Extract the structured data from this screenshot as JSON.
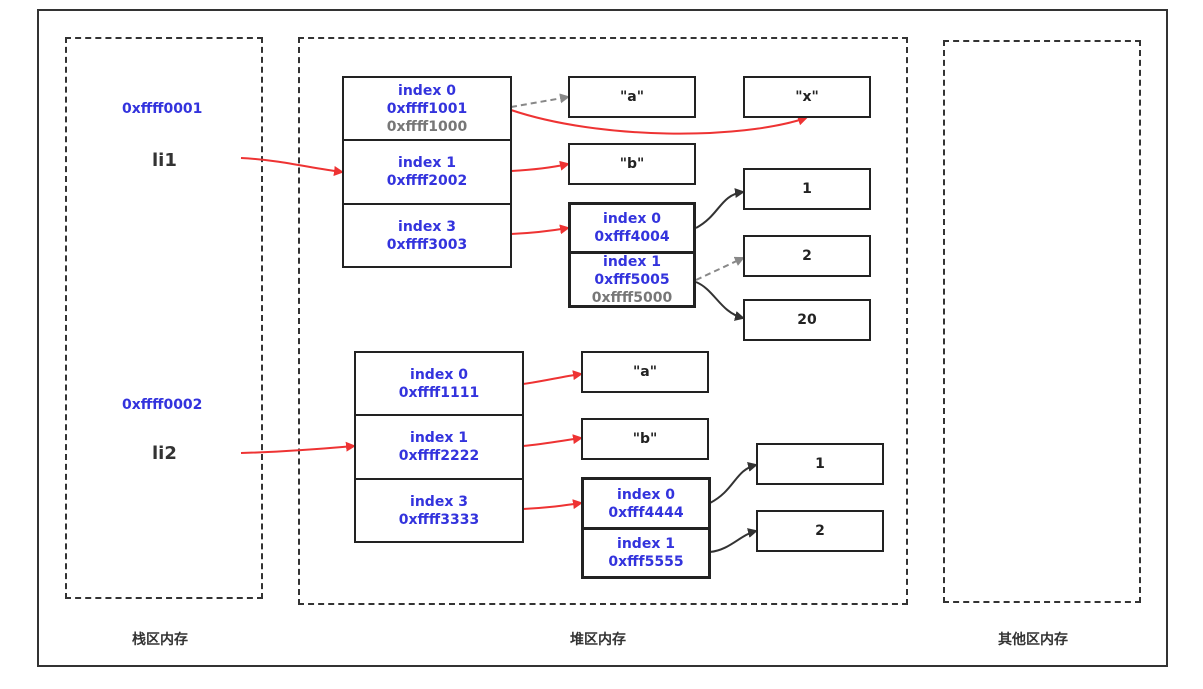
{
  "regions": {
    "stack": "栈区内存",
    "heap": "堆区内存",
    "other": "其他区内存"
  },
  "stack": {
    "li1": {
      "addr": "0xffff0001",
      "name": "li1"
    },
    "li2": {
      "addr": "0xffff0002",
      "name": "li2"
    }
  },
  "heap": {
    "list1": [
      {
        "index": "index 0",
        "addr": "0xffff1001",
        "old_addr": "0xffff1000"
      },
      {
        "index": "index 1",
        "addr": "0xffff2002"
      },
      {
        "index": "index 3",
        "addr": "0xffff3003"
      }
    ],
    "list1_values": {
      "a": "\"a\"",
      "x": "\"x\"",
      "b": "\"b\""
    },
    "list1_sub": [
      {
        "index": "index 0",
        "addr": "0xfff4004"
      },
      {
        "index": "index 1",
        "addr": "0xfff5005",
        "old_addr": "0xffff5000"
      }
    ],
    "list1_sub_values": {
      "v1": "1",
      "v2": "2",
      "v20": "20"
    },
    "list2": [
      {
        "index": "index 0",
        "addr": "0xffff1111"
      },
      {
        "index": "index 1",
        "addr": "0xffff2222"
      },
      {
        "index": "index 3",
        "addr": "0xffff3333"
      }
    ],
    "list2_values": {
      "a": "\"a\"",
      "b": "\"b\""
    },
    "list2_sub": [
      {
        "index": "index 0",
        "addr": "0xfff4444"
      },
      {
        "index": "index 1",
        "addr": "0xfff5555"
      }
    ],
    "list2_sub_values": {
      "v1": "1",
      "v2": "2"
    }
  },
  "colors": {
    "address": "#3333dd",
    "old_address": "#777777",
    "reference_arrow": "#ee3333",
    "old_reference_arrow": "#888888",
    "value_arrow": "#333333"
  }
}
